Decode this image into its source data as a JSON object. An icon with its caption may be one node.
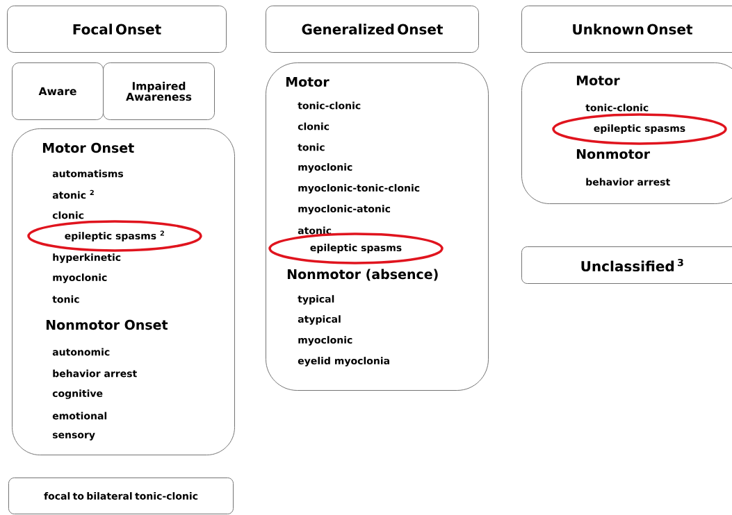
{
  "diagram": {
    "nodes": [
      {
        "text": [
          "Focal Onset"
        ]
      },
      {
        "text": [
          "Aware"
        ]
      },
      {
        "text": [
          "Impaired Awareness"
        ]
      },
      {
        "text": [
          "Motor Onset",
          "automatisms",
          "atonic $^{2}$",
          "clonic",
          "hyperkinetic",
          "myoclonic",
          "tonic",
          "Nonmotor Onset",
          "autonomic",
          "behavior arrest",
          "cognitive",
          "emotional",
          "sensory"
        ]
      },
      {
        "text": [
          "epileptic spasms $^{2}$"
        ],
        "in": 3
      },
      {
        "text": [
          "focal to bilateral tonic-clonic"
        ]
      },
      {
        "text": [
          "Generalized Onset"
        ]
      },
      {
        "text": [
          "Motor",
          "tonic-clonic",
          "clonic",
          "tonic",
          "myoclonic",
          "myoclonic-tonic-clonic",
          "myoclonic-atonic",
          "atonic",
          "Nonmotor (absence)",
          "typical",
          "atypical",
          "myoclonic",
          "eyelid myoclonia"
        ]
      },
      {
        "text": [
          "epileptic spasms"
        ],
        "in": 7
      },
      {
        "text": [
          "Unknown Onset"
        ]
      },
      {
        "text": [
          "Motor",
          "tonic-clonic",
          "Nonmotor",
          "behavior arrest"
        ]
      },
      {
        "text": [
          "epileptic spasms"
        ],
        "in": 10
      },
      {
        "text": [
          "Unclassified $^{3}$"
        ]
      }
    ],
    "edges": []
  }
}
